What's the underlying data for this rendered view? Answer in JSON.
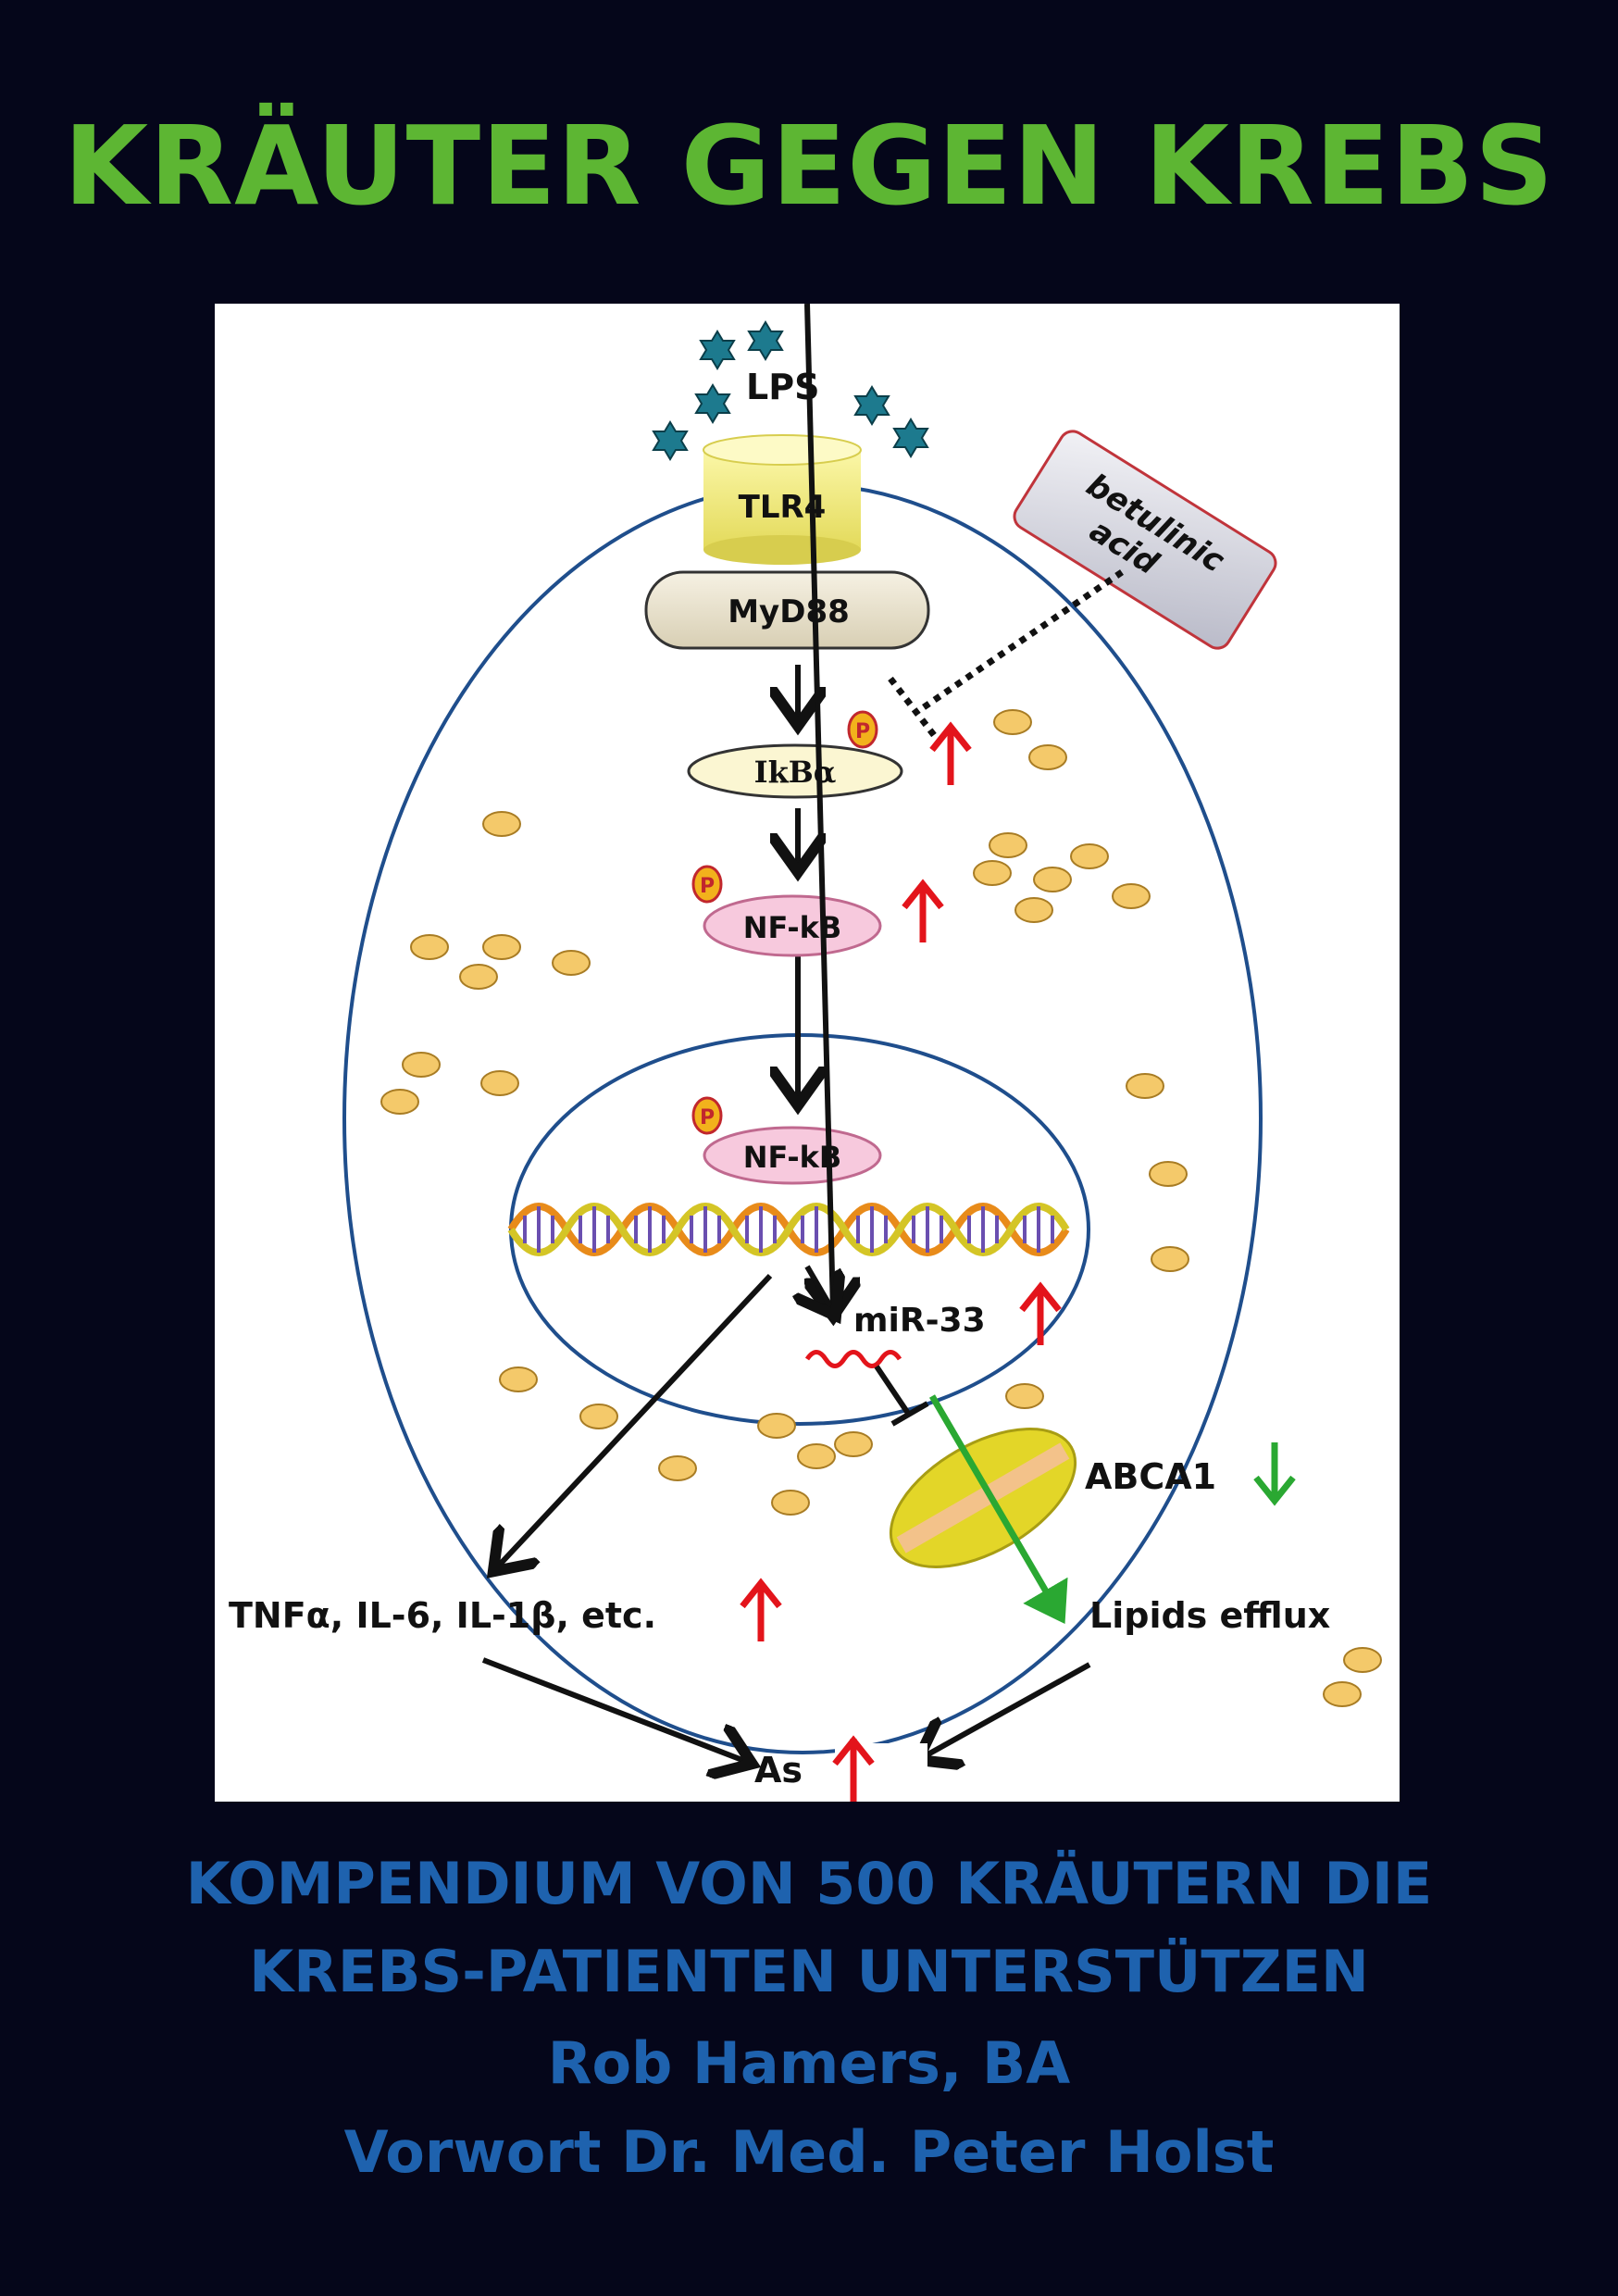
{
  "cover": {
    "title": "KRÄUTER GEGEN KREBS",
    "subtitle_line1": "KOMPENDIUM VON 500 KRÄUTERN DIE",
    "subtitle_line2": "KREBS-PATIENTEN UNTERSTÜTZEN",
    "author": "Rob Hamers, BA",
    "foreword": "Vorwort Dr. Med. Peter Holst"
  },
  "diagram": {
    "lps": "LPS",
    "tlr4": "TLR4",
    "myd88": "MyD88",
    "betulinic_line1": "betulinic",
    "betulinic_line2": "acid",
    "ikba": "IkBα",
    "nfkb": "NF-kB",
    "nfkb_nucleus": "NF-kB",
    "phospho": "P",
    "mir33": "miR-33",
    "abca1": "ABCA1",
    "cytokines": "TNFα, IL-6, IL-1β, etc.",
    "lipids": "Lipids efflux",
    "outcome": "As"
  },
  "colors": {
    "title": "#5db633",
    "subtitle": "#1e62ae",
    "background": "#05061a",
    "cell_outline": "#1f4e8c",
    "up_arrow": "#e3141b",
    "down_arrow": "#2aa832",
    "droplet": "#f4c96a"
  }
}
